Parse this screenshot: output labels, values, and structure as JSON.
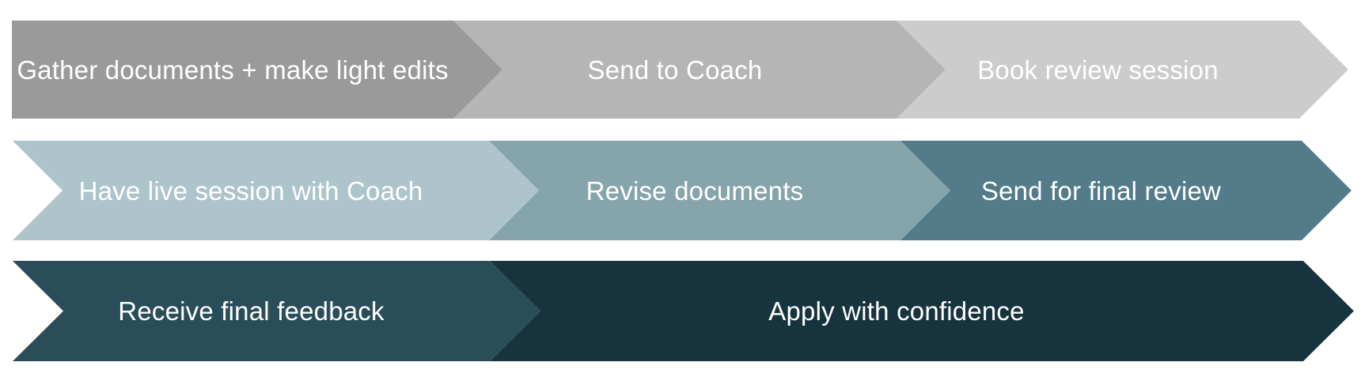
{
  "diagram": {
    "type": "chevron-process-flow",
    "background_color": "#ffffff",
    "text_color": "#ffffff",
    "rows": [
      {
        "segments": [
          {
            "label": "Gather documents + make light edits",
            "color": "#9a9a9a"
          },
          {
            "label": "Send to Coach",
            "color": "#b5b5b5"
          },
          {
            "label": "Book review session",
            "color": "#cccccc"
          }
        ]
      },
      {
        "segments": [
          {
            "label": "Have live session with Coach",
            "color": "#adc4ca"
          },
          {
            "label": "Revise documents",
            "color": "#85a4ac"
          },
          {
            "label": "Send for final review",
            "color": "#537b8a"
          }
        ]
      },
      {
        "segments": [
          {
            "label": "Receive final feedback",
            "color": "#2a4d5a"
          },
          {
            "label": "Apply with confidence",
            "color": "#17333e"
          }
        ]
      }
    ]
  }
}
